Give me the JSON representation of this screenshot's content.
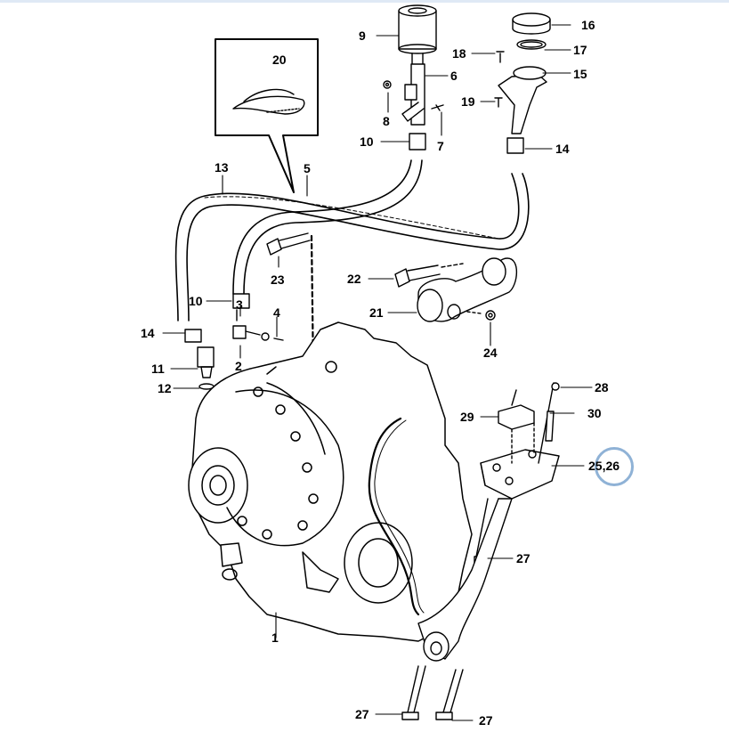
{
  "callouts": {
    "c1": "1",
    "c2": "2",
    "c3": "3",
    "c4": "4",
    "c5": "5",
    "c6": "6",
    "c7": "7",
    "c8": "8",
    "c9": "9",
    "c10a": "10",
    "c10b": "10",
    "c11": "11",
    "c12": "12",
    "c13": "13",
    "c14a": "14",
    "c14b": "14",
    "c15": "15",
    "c16": "16",
    "c17": "17",
    "c18": "18",
    "c19": "19",
    "c20": "20",
    "c21": "21",
    "c22": "22",
    "c23": "23",
    "c24": "24",
    "c2526": "25,26",
    "c27a": "27",
    "c27b": "27",
    "c27c": "27",
    "c28": "28",
    "c29": "29",
    "c30": "30"
  },
  "colors": {
    "line": "#000000",
    "highlight": "#8fb2d6",
    "topbar": "#dfe9f5"
  }
}
